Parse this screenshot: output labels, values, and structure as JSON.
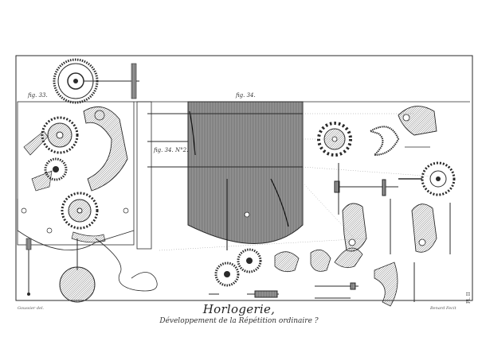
{
  "plate": {
    "title": "Horlogerie,",
    "subtitle": "Développement de la Répétition ordinaire ?",
    "credit_left": "Goussier del.",
    "credit_right": "Benard Fecit",
    "plate_number": "Pl. II"
  },
  "figures": {
    "fig33": "fig. 33.",
    "fig34": "fig. 34.",
    "fig34n2": "fig. 34. N°2."
  },
  "colors": {
    "ink": "#2a2a2a",
    "hatch": "#8a8a8a",
    "paper": "#ffffff"
  }
}
